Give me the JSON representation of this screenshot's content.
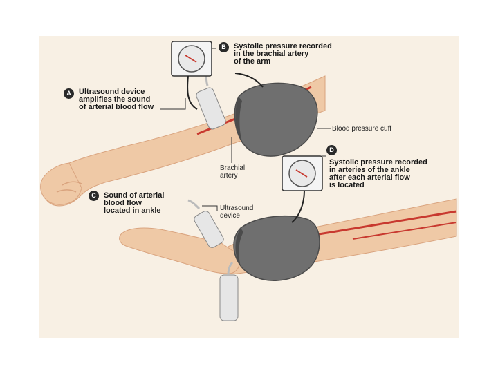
{
  "steps": {
    "a": {
      "letter": "A",
      "lines": [
        "Ultrasound device",
        "amplifies the sound",
        "of arterial blood flow"
      ]
    },
    "b": {
      "letter": "B",
      "lines": [
        "Systolic pressure recorded",
        "in the brachial artery",
        "of the arm"
      ]
    },
    "c": {
      "letter": "C",
      "lines": [
        "Sound of arterial",
        "blood flow",
        "located in ankle"
      ]
    },
    "d": {
      "letter": "D",
      "lines": [
        "Systolic pressure recorded",
        "in arteries of the ankle",
        "after each arterial flow",
        "is located"
      ]
    }
  },
  "callouts": {
    "cuff": {
      "lines": [
        "Blood pressure cuff"
      ]
    },
    "brachial": {
      "lines": [
        "Brachial",
        "artery"
      ]
    },
    "ultrasound": {
      "lines": [
        "Ultrasound",
        "device"
      ]
    }
  },
  "colors": {
    "panel_bg": "#f8f0e4",
    "skin": "#efc9a6",
    "skin_shadow": "#d9a37e",
    "artery": "#c8392f",
    "cuff": "#6f6f6f",
    "cuff_dark": "#4b4b4b",
    "gauge_face": "#e9e9e9",
    "needle": "#c8392f"
  }
}
